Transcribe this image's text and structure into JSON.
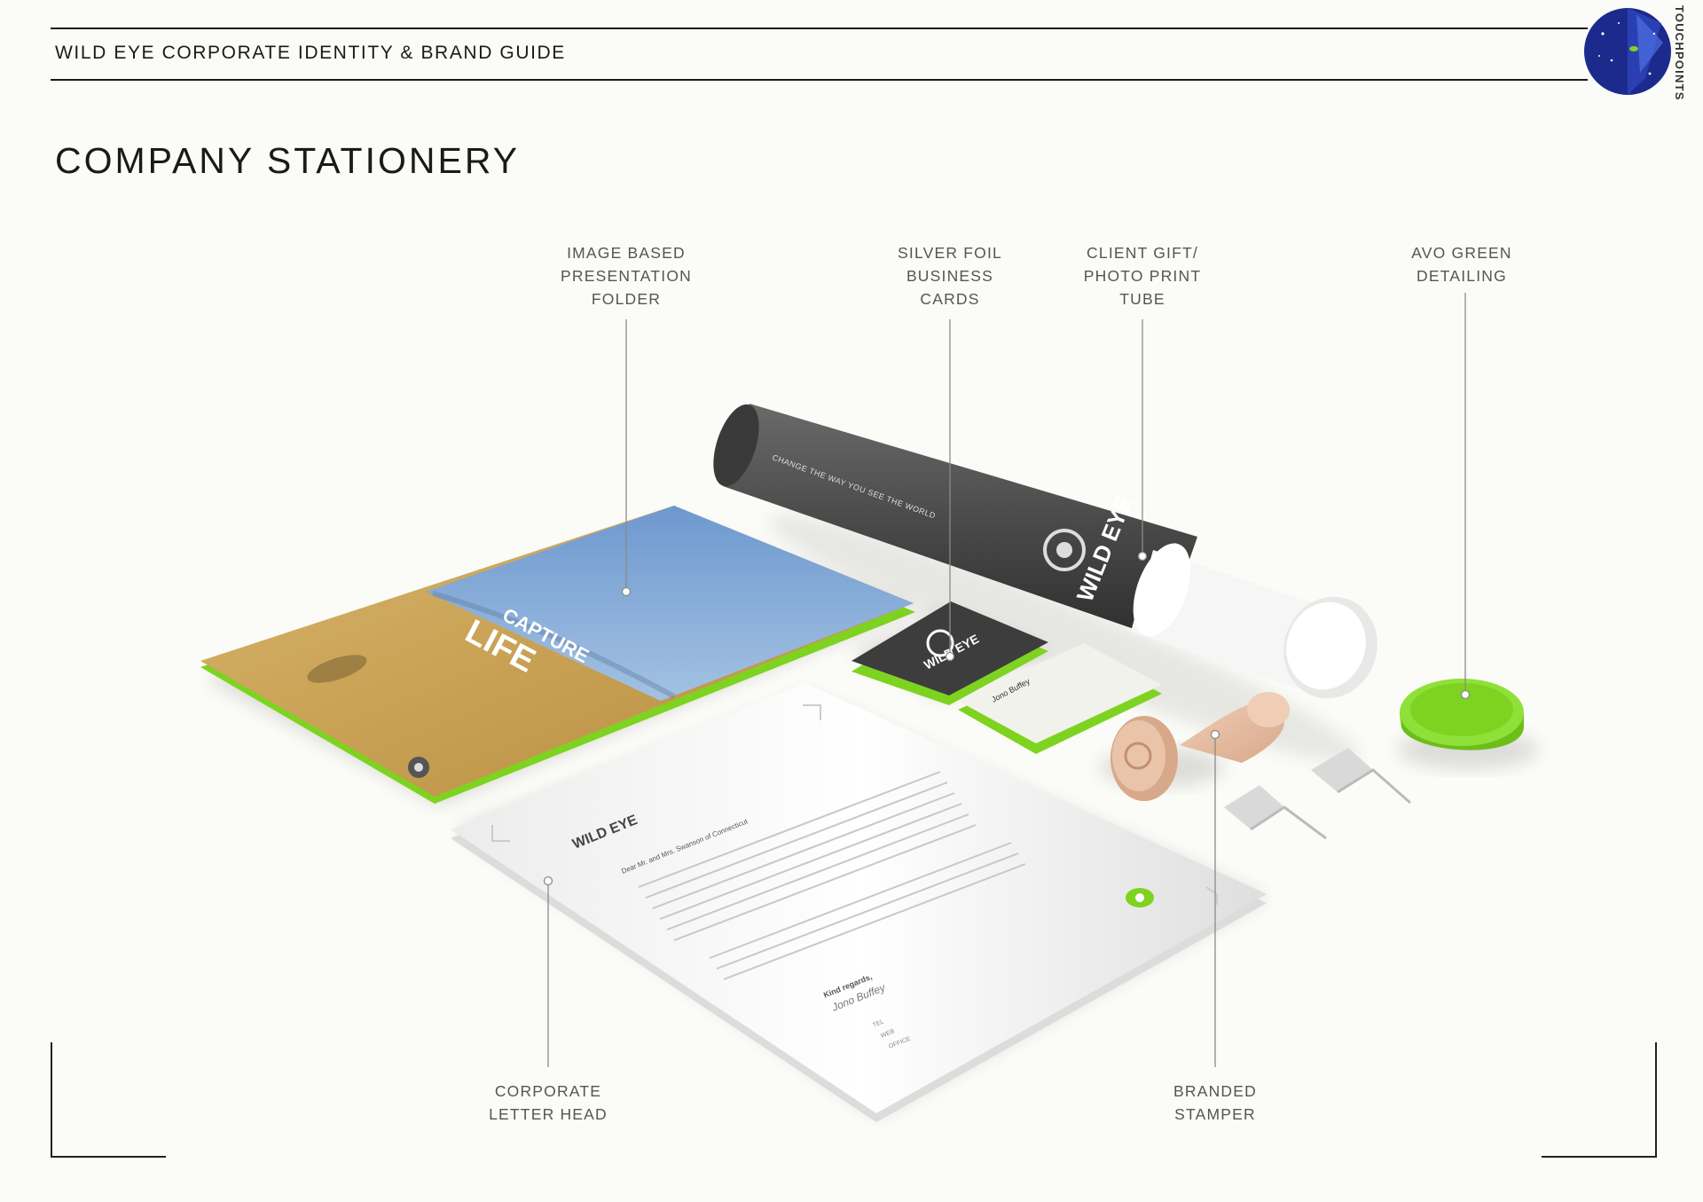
{
  "header": {
    "guide_title": "WILD EYE CORPORATE IDENTITY & BRAND GUIDE",
    "section_label": "TOUCHPOINTS"
  },
  "page_heading": "COMPANY STATIONERY",
  "callouts": {
    "folder": [
      "IMAGE BASED",
      "PRESENTATION",
      "FOLDER"
    ],
    "cards": [
      "SILVER FOIL",
      "BUSINESS",
      "CARDS"
    ],
    "tube": [
      "CLIENT GIFT/",
      "PHOTO PRINT",
      "TUBE"
    ],
    "detail": [
      "AVO GREEN",
      "DETAILING"
    ],
    "letterhead": [
      "CORPORATE",
      "LETTER HEAD"
    ],
    "stamper": [
      "BRANDED",
      "STAMPER"
    ]
  },
  "mockup_text": {
    "tube_tagline": "CHANGE THE WAY YOU SEE THE WORLD",
    "tube_brand": "WILD EYE",
    "folder_line1": "CAPTURE",
    "folder_line2": "LIFE",
    "card_brand": "WILD EYE",
    "card_name": "Jono Buffey",
    "letter_brand": "WILD EYE",
    "letter_greeting": "Dear Mr. and Mrs. Swanson of Connecticut",
    "letter_signoff": "Kind regards,",
    "letter_sig": "Jono Buffey",
    "letter_tel": "TEL",
    "letter_web": "WEB",
    "letter_office": "OFFICE"
  },
  "colors": {
    "avo_green": "#7ed321",
    "charcoal": "#4a4a4a",
    "badge_blue": "#1b2a8c",
    "sky": "#7fa6d2",
    "savanna": "#c9a457"
  }
}
